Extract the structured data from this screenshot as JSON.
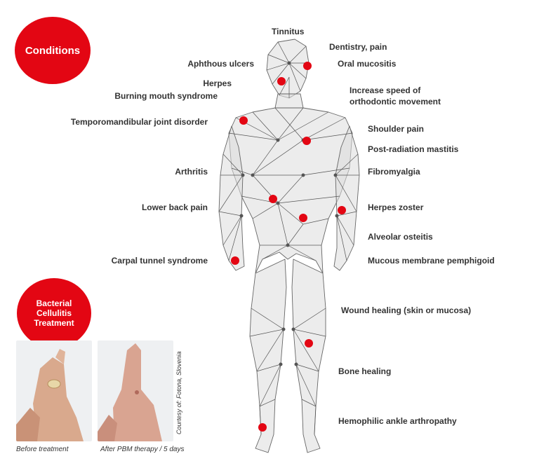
{
  "badges": {
    "conditions": "Conditions",
    "cellulitis": "Bacterial Cellulitis Treatment"
  },
  "labels_left": {
    "aphthous_ulcers": "Aphthous ulcers",
    "herpes": "Herpes",
    "burning_mouth": "Burning mouth syndrome",
    "tmj": "Temporomandibular joint disorder",
    "arthritis": "Arthritis",
    "lower_back_pain": "Lower back pain",
    "carpal_tunnel": "Carpal tunnel syndrome"
  },
  "labels_right": {
    "tinnitus": "Tinnitus",
    "dentistry": "Dentistry, pain",
    "oral_mucositis": "Oral mucositis",
    "orthodontic": "Increase speed of orthodontic movement",
    "shoulder_pain": "Shoulder pain",
    "mastitis": "Post-radiation mastitis",
    "fibromyalgia": "Fibromyalgia",
    "herpes_zoster": "Herpes zoster",
    "alveolar": "Alveolar osteitis",
    "pemphigoid": "Mucous membrane pemphigoid",
    "wound": "Wound healing (skin or mucosa)",
    "bone": "Bone healing",
    "ankle": "Hemophilic ankle arthropathy"
  },
  "photos": {
    "before_caption": "Before treatment",
    "after_caption": "After PBM therapy / 5 days",
    "courtesy": "Courtesy of: Fotona, Slovenia"
  },
  "colors": {
    "accent": "#e30613",
    "mesh_line": "#555555",
    "mesh_fill": "#d9d9d9",
    "skin": "#d9a98d"
  }
}
